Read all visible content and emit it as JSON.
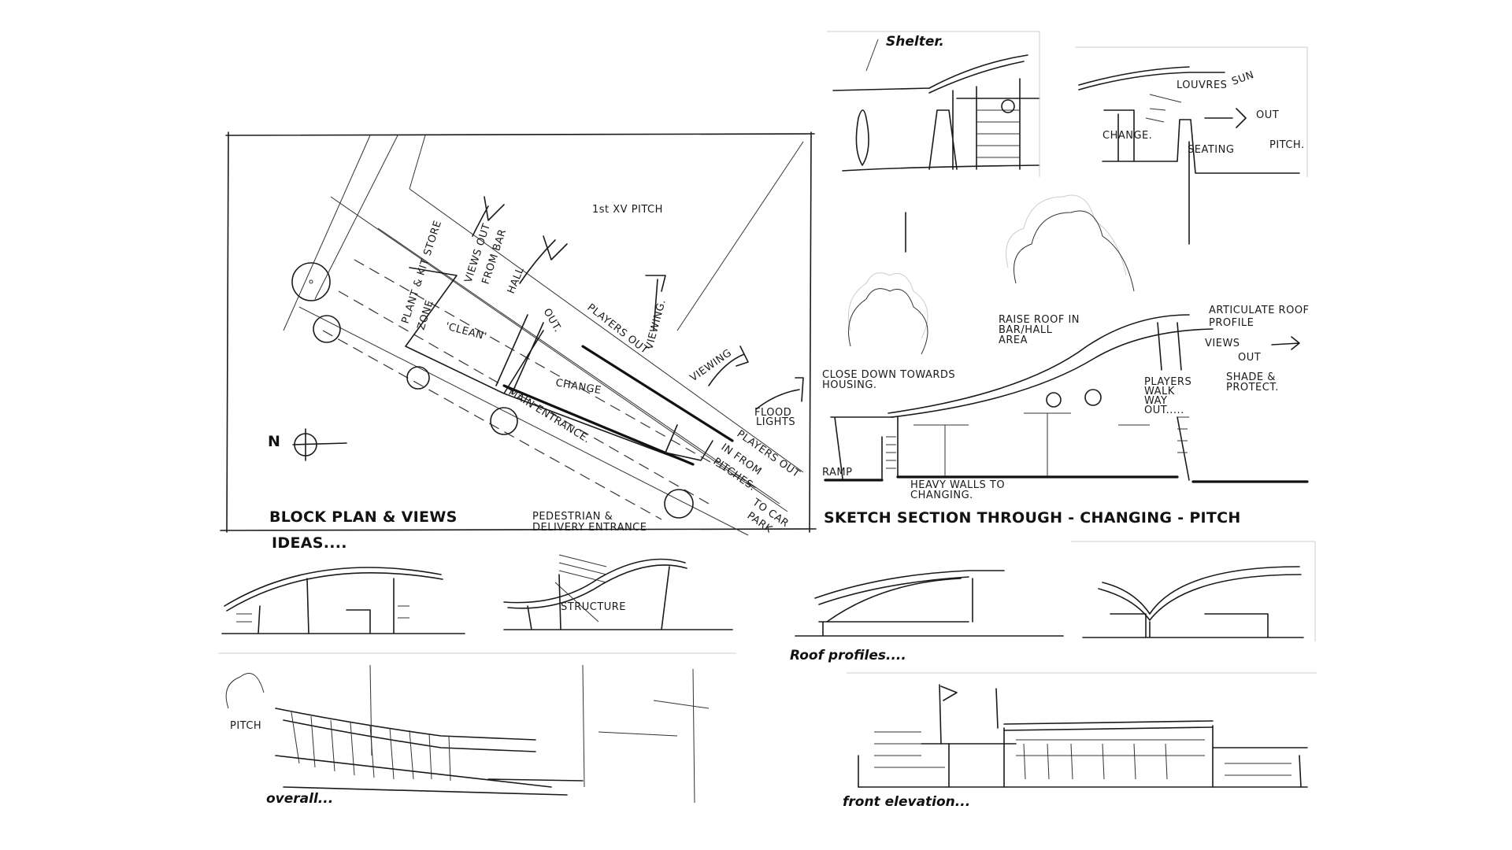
{
  "block_plan": {
    "title": "BLOCK PLAN & VIEWS",
    "north": "N",
    "labels": {
      "pitch": "1st XV PITCH",
      "views_out": "VIEWS OUT",
      "from_bar": "FROM BAR",
      "hall": "HALL",
      "plant_store": "PLANT & KIT STORE",
      "zone": "ZONE",
      "clean": "'CLEAN'",
      "out": "OUT.",
      "players_out_1": "PLAYERS OUT",
      "viewing_1": "VIEWING.",
      "viewing_2": "VIEWING",
      "change": "CHANGE",
      "main_entrance": "MAIN ENTRANCE.",
      "flood_lights": "FLOOD",
      "flood_lights_2": "LIGHTS",
      "players_out_2": "PLAYERS OUT",
      "in_from": "IN FROM",
      "pitches": "PITCHES.",
      "to_car": "TO CAR",
      "park": "PARK",
      "pedestrian": "PEDESTRIAN &",
      "delivery": "DELIVERY ENTRANCE"
    }
  },
  "top_sketches": {
    "shelter": "Shelter.",
    "louvres": "LOUVRES",
    "sun": "SUN",
    "out": "OUT",
    "change": "CHANGE.",
    "seating": "SEATING",
    "pitch": "PITCH."
  },
  "section": {
    "title": "SKETCH SECTION THROUGH - CHANGING - PITCH",
    "raise_roof": [
      "RAISE ROOF IN",
      "BAR/HALL",
      "AREA"
    ],
    "articulate": [
      "ARTICULATE ROOF",
      "PROFILE"
    ],
    "views": "VIEWS",
    "views_out": "OUT",
    "close_down": [
      "CLOSE DOWN TOWARDS",
      "HOUSING."
    ],
    "players_walk": [
      "PLAYERS",
      "WALK",
      "WAY",
      "OUT....."
    ],
    "shade": [
      "SHADE &",
      "PROTECT."
    ],
    "heavy_walls": [
      "HEAVY WALLS TO",
      "CHANGING."
    ],
    "ramp": "RAMP"
  },
  "ideas": {
    "label": "IDEAS....",
    "structure": "STRUCTURE"
  },
  "roof_profiles": {
    "label": "Roof profiles...."
  },
  "overall": {
    "label": "overall...",
    "pitch": "PITCH"
  },
  "front_elevation": {
    "label": "front elevation..."
  }
}
